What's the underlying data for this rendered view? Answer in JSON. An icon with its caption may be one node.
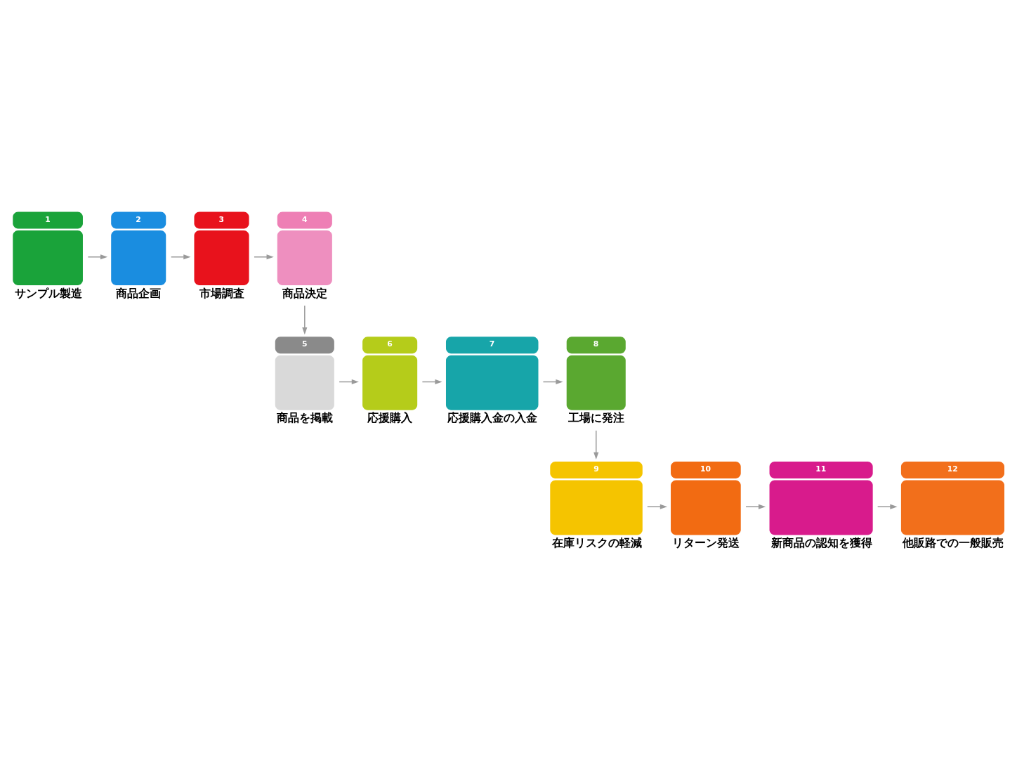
{
  "diagram": {
    "nodes": [
      {
        "text": [
          "1",
          "サンプル製造"
        ]
      },
      {
        "text": [
          "2",
          "商品企画"
        ]
      },
      {
        "text": [
          "3",
          "市場調査"
        ]
      },
      {
        "text": [
          "4",
          "商品決定"
        ]
      },
      {
        "text": [
          "5",
          "商品を掲載"
        ]
      },
      {
        "text": [
          "6",
          "応援購入"
        ]
      },
      {
        "text": [
          "7",
          "応援購入金の入金"
        ]
      },
      {
        "text": [
          "8",
          "工場に発注"
        ]
      },
      {
        "text": [
          "9",
          "在庫リスクの軽減"
        ]
      },
      {
        "text": [
          "10",
          "リターン発送"
        ]
      },
      {
        "text": [
          "11",
          "新商品の認知を獲得"
        ]
      },
      {
        "text": [
          "12",
          "他販路での一般販売"
        ]
      }
    ],
    "edges": [
      {
        "from": 0,
        "to": 1,
        "arrow": "to"
      },
      {
        "from": 1,
        "to": 2,
        "arrow": "to"
      },
      {
        "from": 2,
        "to": 3,
        "arrow": "to"
      },
      {
        "from": 3,
        "to": 4,
        "arrow": "to"
      },
      {
        "from": 4,
        "to": 5,
        "arrow": "to"
      },
      {
        "from": 5,
        "to": 6,
        "arrow": "to"
      },
      {
        "from": 6,
        "to": 7,
        "arrow": "to"
      },
      {
        "from": 7,
        "to": 8,
        "arrow": "to"
      },
      {
        "from": 8,
        "to": 9,
        "arrow": "to"
      },
      {
        "from": 9,
        "to": 10,
        "arrow": "to"
      },
      {
        "from": 10,
        "to": 11,
        "arrow": "to"
      }
    ]
  }
}
